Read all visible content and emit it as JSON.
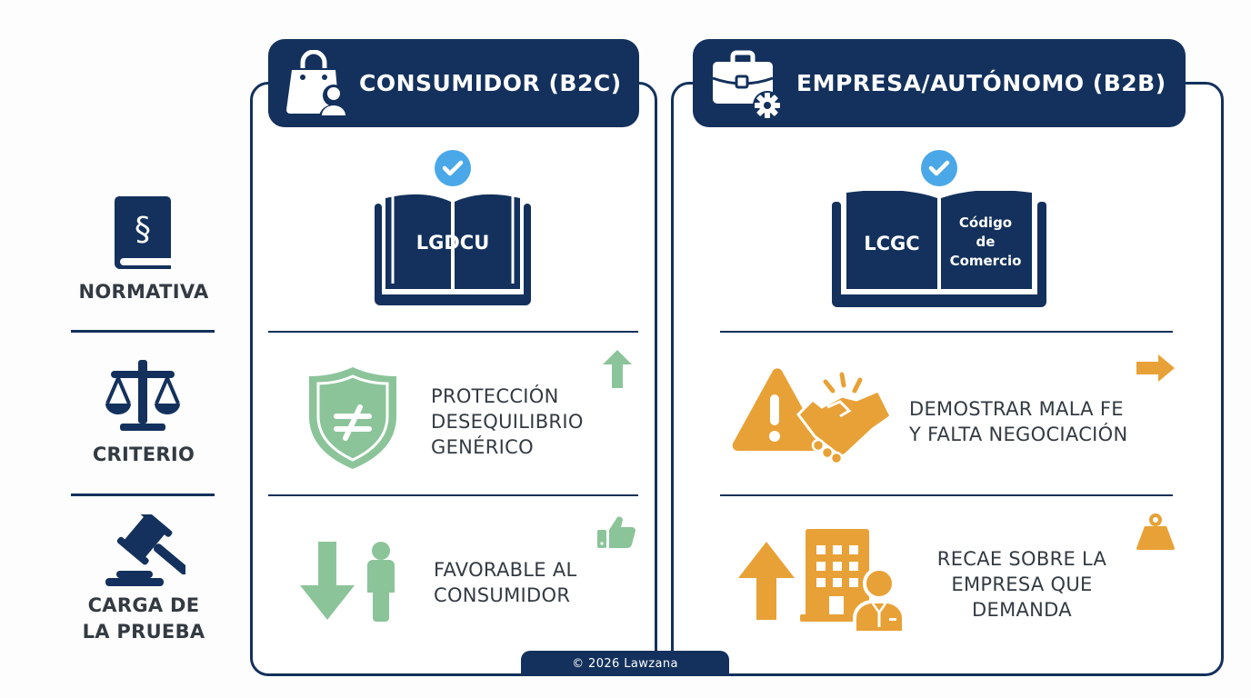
{
  "rows": {
    "normativa": {
      "label": "NORMATIVA"
    },
    "criterio": {
      "label": "CRITERIO"
    },
    "carga": {
      "label_line1": "CARGA DE",
      "label_line2": "LA PRUEBA"
    }
  },
  "columns": {
    "b2c": {
      "title": "CONSUMIDOR (B2C)",
      "icon": "shopping-bag-user-icon",
      "normativa": {
        "book_label": "LGDCU",
        "check": "check-circle-icon"
      },
      "criterio": {
        "lines": [
          "PROTECCIÓN",
          "DESEQUILIBRIO",
          "GENÉRICO"
        ],
        "icon": "shield-not-equal-icon",
        "indicator": "arrow-up-icon"
      },
      "carga": {
        "lines": [
          "FAVORABLE AL",
          "CONSUMIDOR"
        ],
        "icon": "arrow-down-person-icon",
        "indicator": "thumbs-up-icon"
      }
    },
    "b2b": {
      "title": "EMPRESA/AUTÓNOMO (B2B)",
      "icon": "briefcase-gear-icon",
      "normativa": {
        "book_left_label": "LCGC",
        "book_right_lines": [
          "Código",
          "de",
          "Comercio"
        ],
        "check": "check-circle-icon"
      },
      "criterio": {
        "lines": [
          "DEMOSTRAR MALA FE",
          "Y FALTA NEGOCIACIÓN"
        ],
        "icon": "warning-handshake-icon",
        "indicator": "arrow-right-icon"
      },
      "carga": {
        "lines": [
          "RECAE SOBRE LA",
          "EMPRESA QUE",
          "DEMANDA"
        ],
        "icon": "arrow-up-building-businessman-icon",
        "indicator": "weight-icon"
      }
    }
  },
  "footer": {
    "copyright": "© 2026 Lawzana"
  },
  "colors": {
    "navy": "#13315c",
    "text": "#333a42",
    "green": "#8cc49a",
    "orange": "#e8a136",
    "check_blue": "#4aa8e8",
    "background": "#fdfdfd"
  }
}
